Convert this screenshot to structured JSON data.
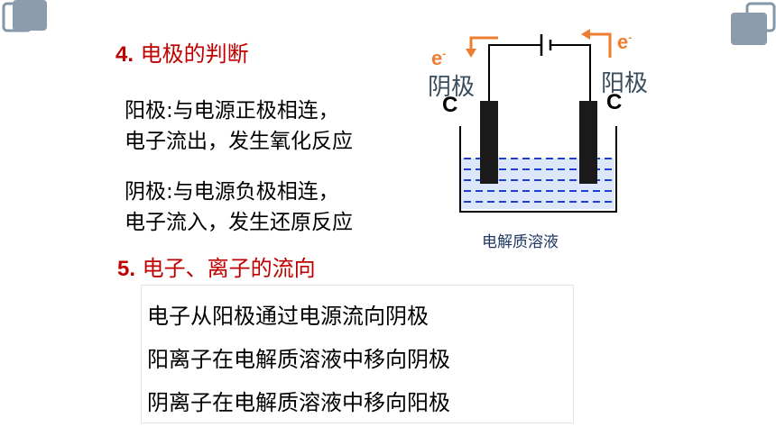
{
  "section4": {
    "number": "4.",
    "title": "电极的判断"
  },
  "anode_text": {
    "line1": "阳极:与电源正极相连，",
    "line2": "电子流出，发生氧化反应"
  },
  "cathode_text": {
    "line1": "阴极:与电源负极相连，",
    "line2": "电子流入，发生还原反应"
  },
  "section5": {
    "number": "5.",
    "title": "电子、离子的流向"
  },
  "flow_lines": [
    "电子从阳极通过电源流向阴极",
    "阳离子在电解质溶液中移向阴极",
    "阴离子在电解质溶液中移向阳极"
  ],
  "diagram": {
    "electron_label": "e",
    "electron_sup": "-",
    "left_electrode": "阴极",
    "right_electrode": "阳极",
    "electrode_material": "C",
    "caption": "电解质溶液"
  },
  "colors": {
    "heading": "#c00000",
    "arrow": "#ed7d31",
    "liquid": "#1f3fd1",
    "electrode": "#1a1a1a",
    "deco": "#8497a6"
  }
}
